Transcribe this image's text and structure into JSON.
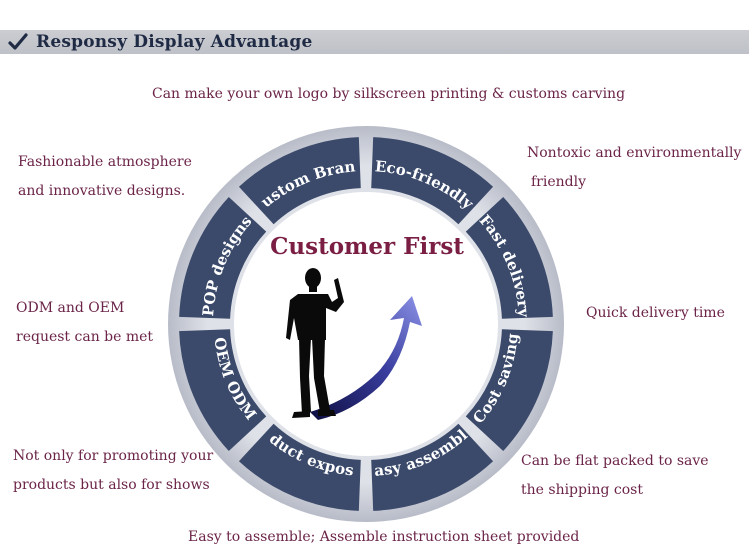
{
  "header": {
    "title": "Responsy Display Advantage",
    "icon": "checkmark-icon"
  },
  "center": {
    "title": "Customer First",
    "icon": "businessman-arrow-icon"
  },
  "segments": [
    {
      "label": "Eco-friendly"
    },
    {
      "label": "Fast delivery"
    },
    {
      "label": "Cost saving"
    },
    {
      "label": "Easy assemble"
    },
    {
      "label": "Product exposure"
    },
    {
      "label": "OEM ODM"
    },
    {
      "label": "POP designs"
    },
    {
      "label": "Custom Brand"
    }
  ],
  "notes": {
    "top": [
      "Can make your own logo by silkscreen printing & customs carving"
    ],
    "top_right": [
      "Nontoxic and environmentally",
      "friendly"
    ],
    "right": [
      "Quick delivery time"
    ],
    "bottom_right": [
      "Can be flat packed to save",
      "the shipping cost"
    ],
    "bottom": [
      "Easy to assemble; Assemble instruction sheet provided"
    ],
    "bottom_left": [
      "Not only for promoting your",
      "products but also for shows"
    ],
    "left": [
      "ODM and OEM",
      "request can be met"
    ],
    "top_left": [
      "Fashionable atmosphere",
      "and innovative designs."
    ]
  },
  "colors": {
    "segment": "#3b4a6b",
    "outer_ring": "#c9ccd6",
    "accent": "#7a1f43",
    "note_text": "#6b2448",
    "header_bar": "#c4c7cd"
  }
}
